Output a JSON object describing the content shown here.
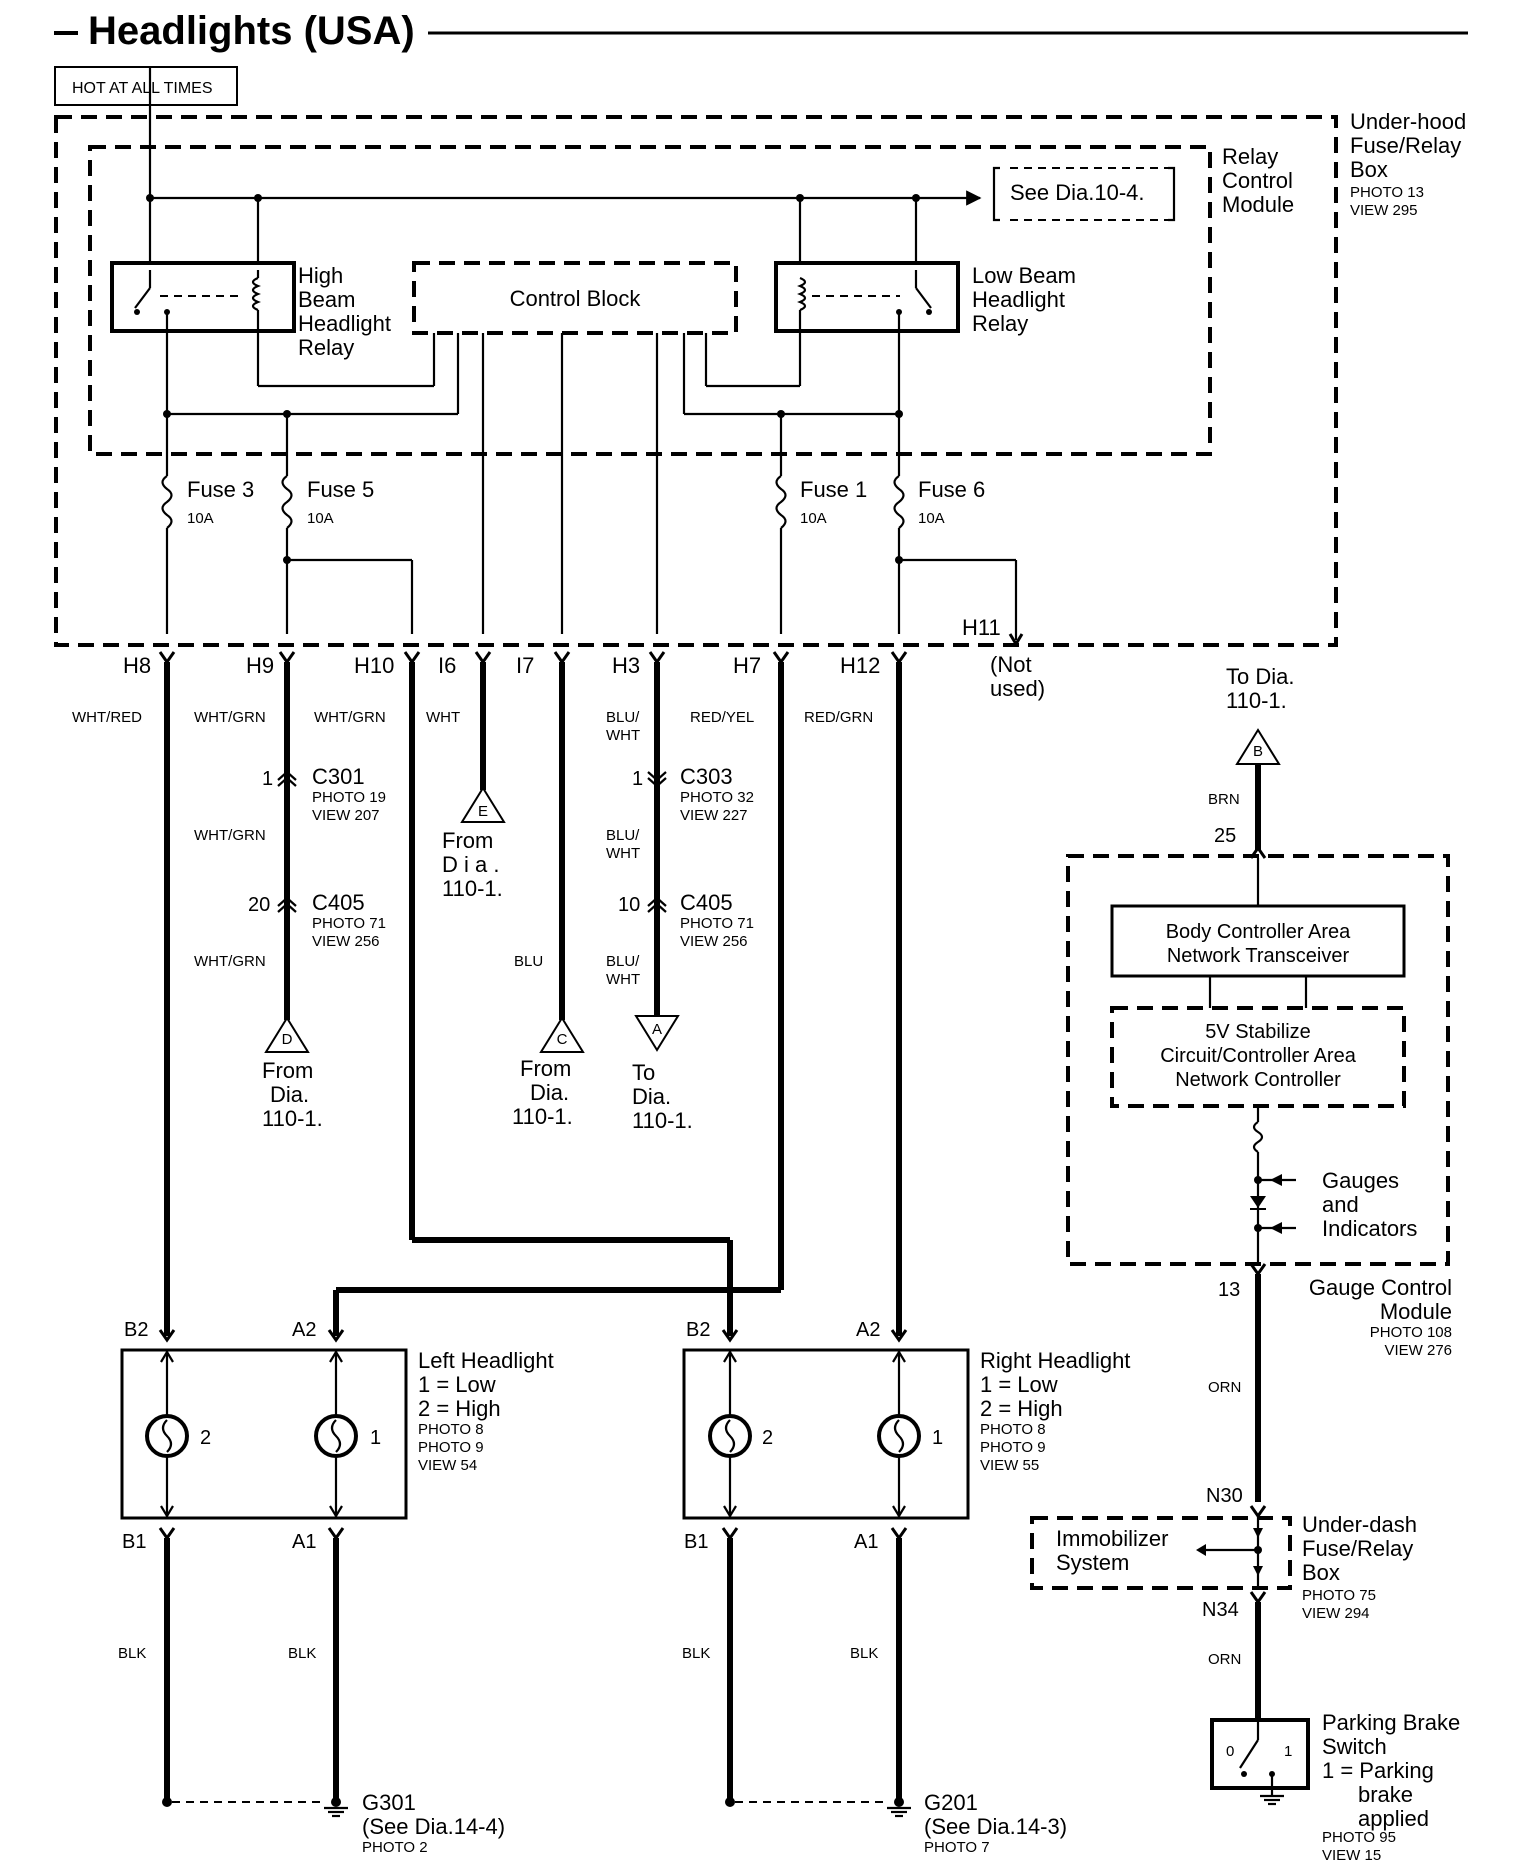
{
  "title": "Headlights (USA)",
  "hot_label": "HOT AT ALL TIMES",
  "underhood_box": {
    "l1": "Under-hood",
    "l2": "Fuse/Relay",
    "l3": "Box",
    "l4": "PHOTO 13",
    "l5": "VIEW 295"
  },
  "relay_module": {
    "l1": "Relay",
    "l2": "Control",
    "l3": "Module"
  },
  "see_dia": "See Dia.10-4.",
  "high_relay": {
    "l1": "High",
    "l2": "Beam",
    "l3": "Headlight",
    "l4": "Relay"
  },
  "low_relay": {
    "l1": "Low Beam",
    "l2": "Headlight",
    "l3": "Relay"
  },
  "control_block": "Control Block",
  "fuses": {
    "f3": "Fuse 3",
    "f3a": "10A",
    "f5": "Fuse 5",
    "f5a": "10A",
    "f1": "Fuse 1",
    "f1a": "10A",
    "f6": "Fuse 6",
    "f6a": "10A"
  },
  "terminals": {
    "h8": "H8",
    "h9": "H9",
    "h10": "H10",
    "i6": "I6",
    "i7": "I7",
    "h3": "H3",
    "h7": "H7",
    "h12": "H12",
    "h11": "H11"
  },
  "not_used": {
    "l1": "(Not",
    "l2": "used)"
  },
  "wires": {
    "h8": "WHT/RED",
    "h9": "WHT/GRN",
    "h10": "WHT/GRN",
    "i6": "WHT",
    "h3a": "BLU/",
    "h3b": "WHT",
    "h7": "RED/YEL",
    "h12": "RED/GRN",
    "h9b": "WHT/GRN",
    "h9c": "WHT/GRN",
    "i7": "BLU",
    "h3c": "BLU/",
    "h3d": "WHT",
    "h3e": "BLU/",
    "h3f": "WHT",
    "brn": "BRN",
    "orn1": "ORN",
    "orn2": "ORN",
    "blk1": "BLK",
    "blk2": "BLK",
    "blk3": "BLK",
    "blk4": "BLK"
  },
  "connectors": {
    "c301_pin": "1",
    "c301": "C301",
    "c301_p": "PHOTO 19",
    "c301_v": "VIEW 207",
    "c405a_pin": "20",
    "c405a": "C405",
    "c405a_p": "PHOTO 71",
    "c405a_v": "VIEW 256",
    "c303_pin": "1",
    "c303": "C303",
    "c303_p": "PHOTO 32",
    "c303_v": "VIEW 227",
    "c405b_pin": "10",
    "c405b": "C405",
    "c405b_p": "PHOTO 71",
    "c405b_v": "VIEW 256"
  },
  "refs": {
    "e_letter": "E",
    "e1": "From",
    "e2": "D i a .",
    "e3": "110-1.",
    "d_letter": "D",
    "d1": "From",
    "d2": "Dia.",
    "d3": "110-1.",
    "c_letter": "C",
    "c1": "From",
    "c2": "Dia.",
    "c3": "110-1.",
    "a_letter": "A",
    "a1": "To",
    "a2": "Dia.",
    "a3": "110-1.",
    "b_letter": "B",
    "b1": "To Dia.",
    "b2": "110-1."
  },
  "gauge": {
    "pin25": "25",
    "pin13": "13",
    "bca_l1": "Body Controller Area",
    "bca_l2": "Network Transceiver",
    "sv_l1": "5V Stabilize",
    "sv_l2": "Circuit/Controller Area",
    "sv_l3": "Network Controller",
    "gi1": "Gauges",
    "gi2": "and",
    "gi3": "Indicators",
    "gcm1": "Gauge Control",
    "gcm2": "Module",
    "gcm_p": "PHOTO 108",
    "gcm_v": "VIEW 276"
  },
  "left_headlight": {
    "b2": "B2",
    "a2": "A2",
    "b1": "B1",
    "a1": "A1",
    "n2": "2",
    "n1": "1",
    "l1": "Left Headlight",
    "l2": "1 = Low",
    "l3": "2 = High",
    "l4": "PHOTO 8",
    "l5": "PHOTO 9",
    "l6": "VIEW 54"
  },
  "right_headlight": {
    "b2": "B2",
    "a2": "A2",
    "b1": "B1",
    "a1": "A1",
    "n2": "2",
    "n1": "1",
    "l1": "Right Headlight",
    "l2": "1 = Low",
    "l3": "2 = High",
    "l4": "PHOTO 8",
    "l5": "PHOTO 9",
    "l6": "VIEW 55"
  },
  "grounds": {
    "g301": "G301",
    "g301_s": "(See Dia.14-4)",
    "g301_p": "PHOTO 2",
    "g201": "G201",
    "g201_s": "(See Dia.14-3)",
    "g201_p": "PHOTO 7"
  },
  "underdash": {
    "n30": "N30",
    "n34": "N34",
    "imm1": "Immobilizer",
    "imm2": "System",
    "l1": "Under-dash",
    "l2": "Fuse/Relay",
    "l3": "Box",
    "l4": "PHOTO 75",
    "l5": "VIEW 294"
  },
  "parking": {
    "s0": "0",
    "s1": "1",
    "l1": "Parking Brake",
    "l2": "Switch",
    "l3": "1 = Parking",
    "l4": "brake",
    "l5": "applied",
    "l6": "PHOTO 95",
    "l7": "VIEW 15"
  }
}
